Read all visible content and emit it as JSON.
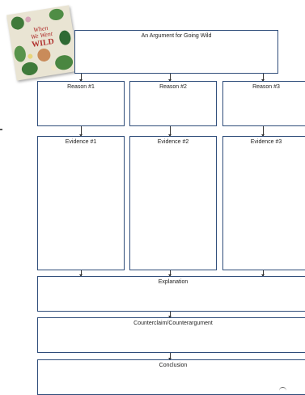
{
  "worksheet": {
    "title": "An Argument for Going Wild",
    "reasons": [
      "Reason #1",
      "Reason #2",
      "Reason #3"
    ],
    "evidence": [
      "Evidence #1",
      "Evidence #2",
      "Evidence #3"
    ],
    "explanation": "Explanation",
    "counterclaim": "Counterclaim/Counterargument",
    "conclusion": "Conclusion"
  },
  "book_cover": {
    "title_lines": [
      "When",
      "We Went",
      "WILD"
    ],
    "colors": {
      "background": "#e9e4d3",
      "title": "#b0302e",
      "leaves": "#3f7a3a"
    }
  },
  "colors": {
    "box_border": "#2f4d7a"
  }
}
